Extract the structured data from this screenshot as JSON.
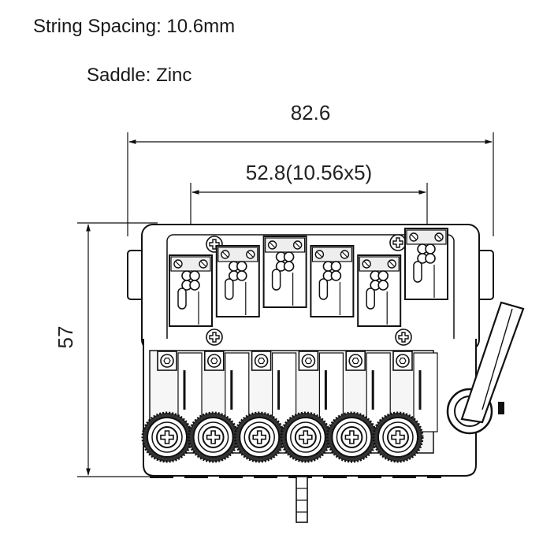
{
  "specs": {
    "string_spacing": "String Spacing: 10.6mm",
    "saddle": "Saddle: Zinc"
  },
  "dimensions": {
    "overall_width": "82.6",
    "outer_string_span": "52.8(10.56x5)",
    "height": "57"
  },
  "saddle_count": 6,
  "colors": {
    "line": "#111111",
    "background": "#ffffff",
    "text": "#1a1a1a"
  },
  "icons": [
    "phillips-screw-icon",
    "hex-socket-icon",
    "knurled-fine-tuner-icon",
    "tremolo-arm-icon"
  ]
}
